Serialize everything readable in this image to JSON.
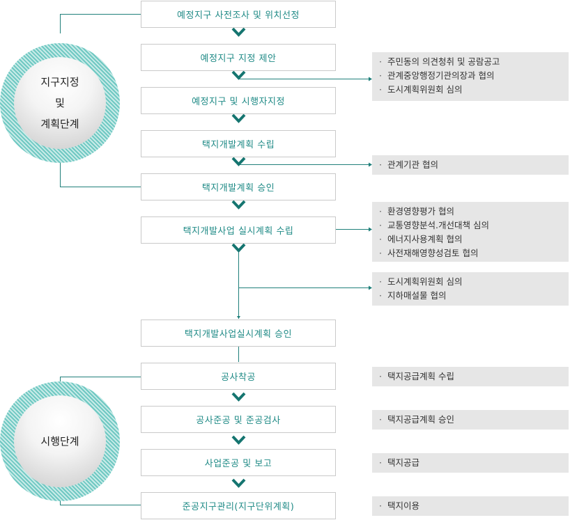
{
  "stages": [
    "예정지구 사전조사 및 위치선정",
    "예정지구 지정 제안",
    "예정지구 및 시행자지정",
    "택지개발계획 수립",
    "택지개발계획 승인",
    "택지개발사업 실시계획 수립",
    "택지개발사업실시계획 승인",
    "공사착공",
    "공사준공 및 준공검사",
    "사업준공 및 보고",
    "준공지구관리(지구단위계획)"
  ],
  "notes": {
    "designation": [
      "주민동의 의견청취 및 공람공고",
      "관계중앙행정기관의장과 협의",
      "도시계획위원회 심의"
    ],
    "plan": [
      "관계기관 협의"
    ],
    "implementation_plan": [
      "환경영향평가 협의",
      "교통영향분석.개선대책 심의",
      "에너지사용계획 협의",
      "사전재해영향성검토 협의"
    ],
    "implementation_approval": [
      "도시계획위원회 심의",
      "지하매설물 협의"
    ],
    "construction_start": [
      "택지공급계획 수립"
    ],
    "completion_inspection": [
      "택지공급계획 승인"
    ],
    "completion_report": [
      "택지공급"
    ],
    "management": [
      "택지이용"
    ]
  },
  "phases": {
    "planning": "지구지정\n및\n계획단계",
    "implementation": "시행단계"
  },
  "colors": {
    "stage_text": "#1f8a86",
    "connector": "#1f7f7a",
    "chevron": "#157570",
    "note_bg": "#e6e6e6"
  }
}
